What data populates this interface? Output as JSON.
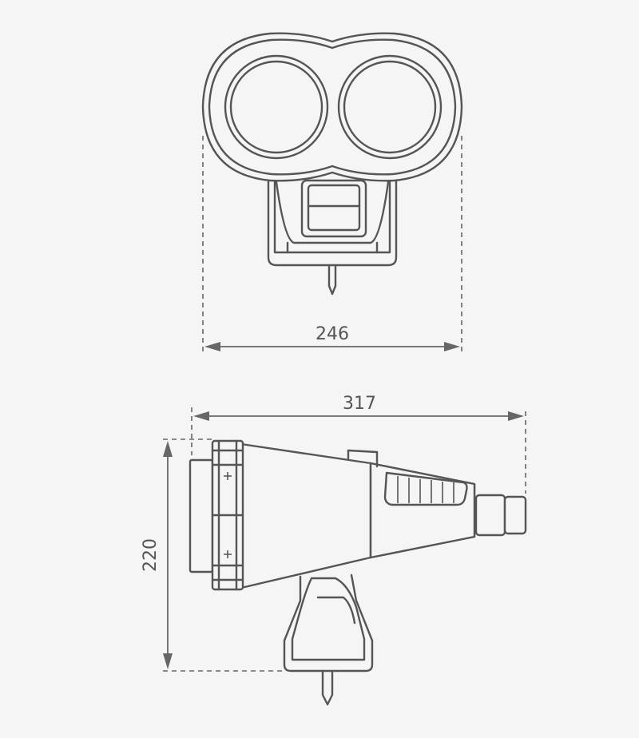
{
  "dimensions": {
    "front_width": "246",
    "side_length": "317",
    "side_height": "220"
  },
  "colors": {
    "background": "#f5f5f5",
    "line": "#555555",
    "dimension": "#666666"
  }
}
